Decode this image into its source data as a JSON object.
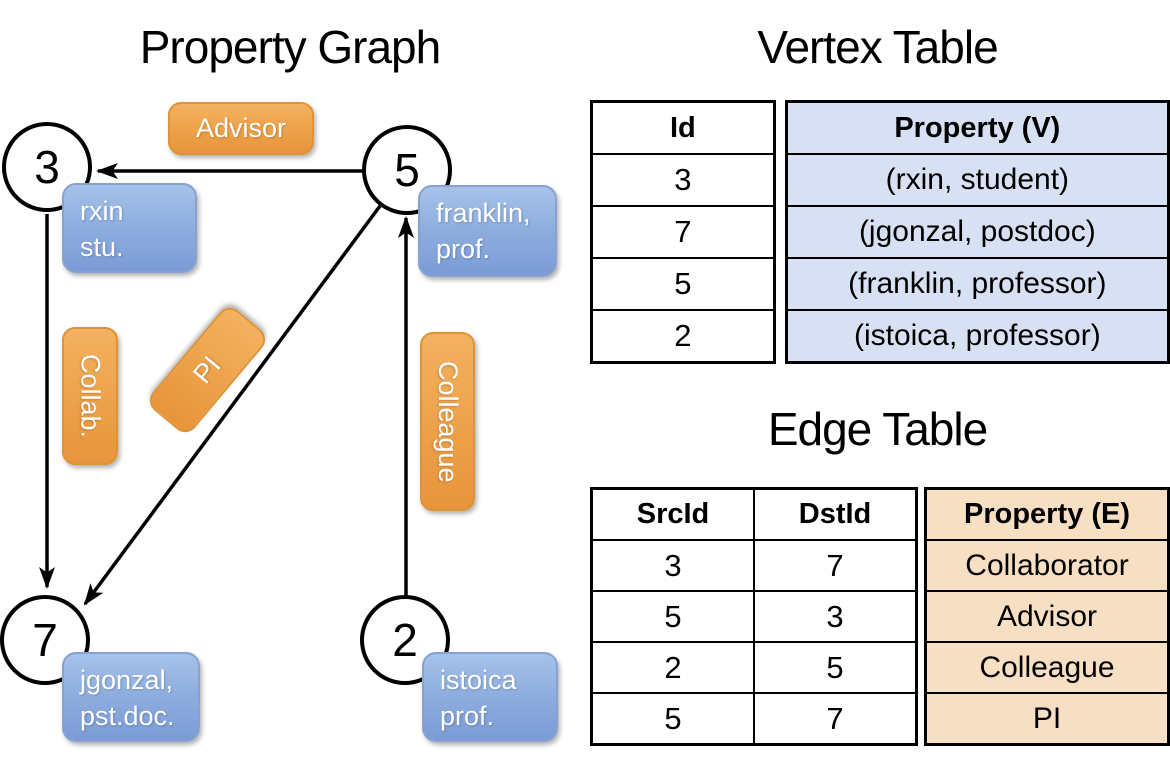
{
  "titles": {
    "property_graph": "Property Graph",
    "vertex_table": "Vertex Table",
    "edge_table": "Edge Table"
  },
  "palette": {
    "edge_label_orange": "#eda34b",
    "vertex_box_blue": "#8fafe0",
    "vertex_table_fill": "#d7e1f3",
    "edge_table_fill": "#f6dfc3",
    "line_color": "#000000"
  },
  "graph": {
    "nodes": [
      {
        "id": "3",
        "property": [
          "rxin",
          "stu."
        ]
      },
      {
        "id": "5",
        "property": [
          "franklin,",
          "prof."
        ]
      },
      {
        "id": "7",
        "property": [
          "jgonzal,",
          "pst.doc."
        ]
      },
      {
        "id": "2",
        "property": [
          "istoica",
          "prof."
        ]
      }
    ],
    "edge_labels": [
      {
        "label": "Advisor"
      },
      {
        "label": "Collab."
      },
      {
        "label": "PI"
      },
      {
        "label": "Colleague"
      }
    ],
    "edges": [
      {
        "src": "5",
        "dst": "3",
        "label": "Advisor"
      },
      {
        "src": "3",
        "dst": "7",
        "label": "Collab."
      },
      {
        "src": "5",
        "dst": "7",
        "label": "PI"
      },
      {
        "src": "2",
        "dst": "5",
        "label": "Colleague"
      }
    ]
  },
  "vertex_table": {
    "headers": {
      "id": "Id",
      "property": "Property (V)"
    },
    "rows": [
      {
        "id": "3",
        "property": "(rxin, student)"
      },
      {
        "id": "7",
        "property": "(jgonzal, postdoc)"
      },
      {
        "id": "5",
        "property": "(franklin, professor)"
      },
      {
        "id": "2",
        "property": "(istoica, professor)"
      }
    ]
  },
  "edge_table": {
    "headers": {
      "src": "SrcId",
      "dst": "DstId",
      "property": "Property (E)"
    },
    "rows": [
      {
        "src": "3",
        "dst": "7",
        "property": "Collaborator"
      },
      {
        "src": "5",
        "dst": "3",
        "property": "Advisor"
      },
      {
        "src": "2",
        "dst": "5",
        "property": "Colleague"
      },
      {
        "src": "5",
        "dst": "7",
        "property": "PI"
      }
    ]
  }
}
